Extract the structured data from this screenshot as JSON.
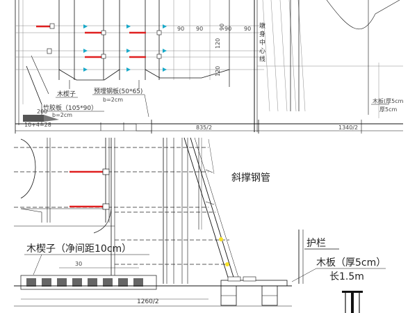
{
  "top": {
    "dims": [
      "90",
      "90",
      "90",
      "90",
      "90",
      "120",
      "120"
    ],
    "vertical_label": "墩身中心线",
    "wood_wedge": "木楔子",
    "bamboo_board": "竹胶板（105*90）",
    "bamboo_spacing": "b=2cm",
    "steel_plate": "预埋钢板(50*65)",
    "steel_spacing": "b=2cm",
    "left_small": "10+4=28",
    "wood_board": "木板(厚5cm",
    "dim_mid": "835/2",
    "dim_right": "1340/2"
  },
  "bottom": {
    "brace_pipe": "斜撑钢管",
    "wedge_gap": "木楔子（净间距10cm）",
    "wedge_dim": "30",
    "railing": "护栏",
    "board_thick": "木板（厚5cm）",
    "board_len": "长1.5m",
    "dim_bottom": "1260/2"
  },
  "colors": {
    "rebar_red": "#e02020",
    "arrow_cyan": "#19a9c9",
    "marker_yellow": "#f5e028",
    "line": "#111111"
  }
}
